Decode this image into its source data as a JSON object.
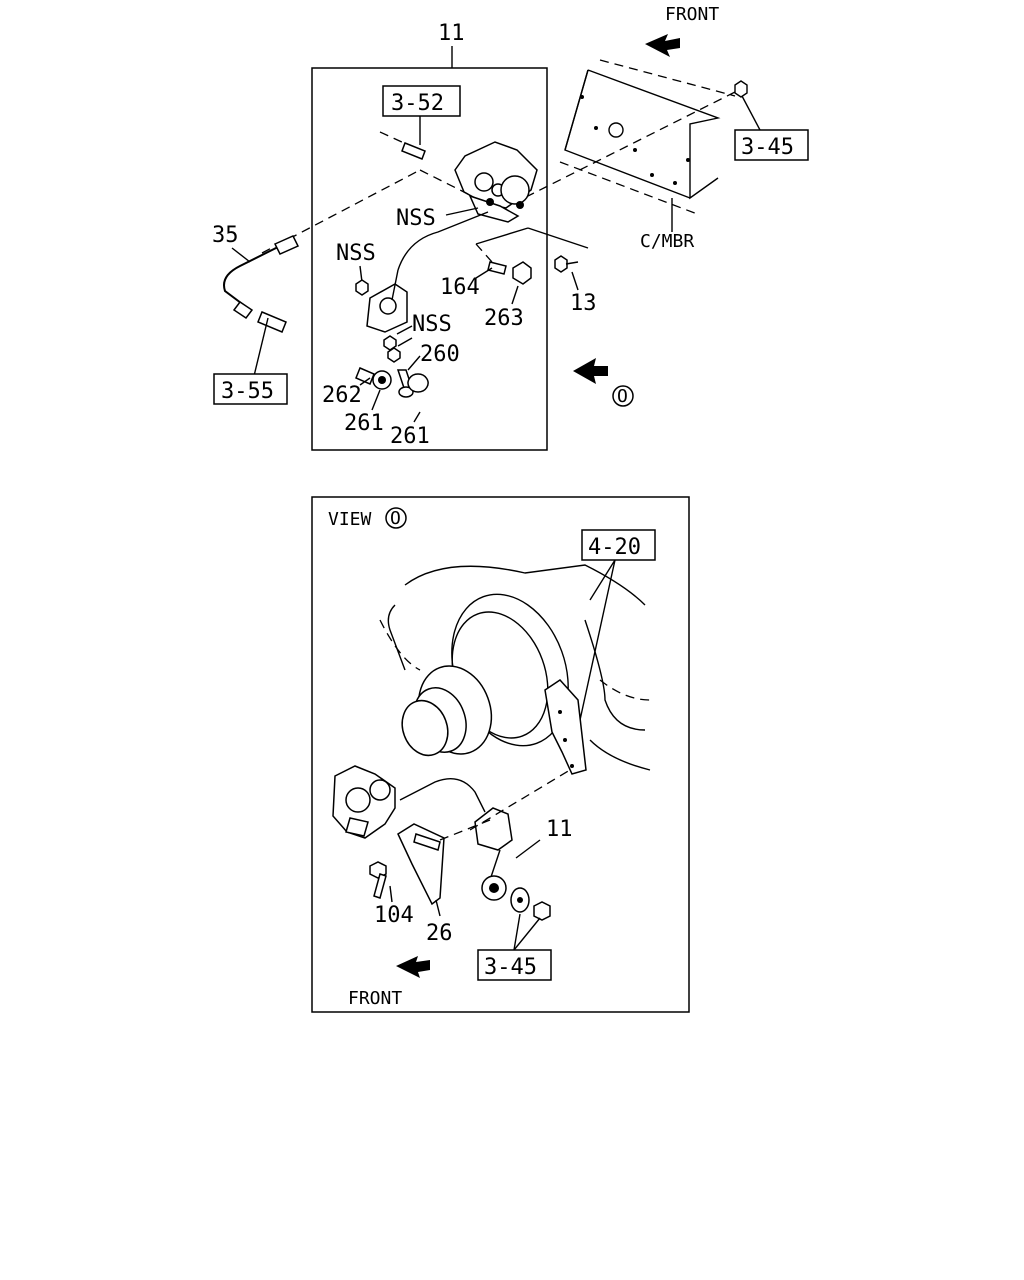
{
  "top_view": {
    "callout_main": "11",
    "front_label": "FRONT",
    "frame_label": "C/MBR",
    "refs": {
      "r352": "3-52",
      "r345": "3-45",
      "r355": "3-55"
    },
    "parts": {
      "p35": "35",
      "nss1": "NSS",
      "nss2": "NSS",
      "nss3": "NSS",
      "p164": "164",
      "p263": "263",
      "p13": "13",
      "p260": "260",
      "p262": "262",
      "p261a": "261",
      "p261b": "261"
    },
    "view_marker": "O"
  },
  "bottom_view": {
    "view_label": "VIEW",
    "view_marker": "O",
    "front_label": "FRONT",
    "refs": {
      "r420": "4-20",
      "r345": "3-45"
    },
    "parts": {
      "p11": "11",
      "p104": "104",
      "p26": "26"
    }
  }
}
